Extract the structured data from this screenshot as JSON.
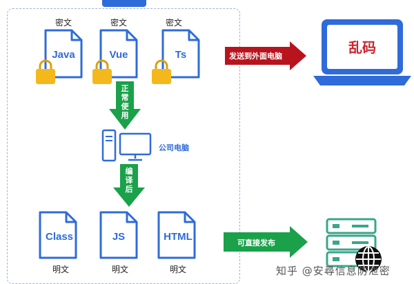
{
  "region": {
    "title": ""
  },
  "top_files": [
    {
      "caption": "密文",
      "name": "Java"
    },
    {
      "caption": "密文",
      "name": "Vue"
    },
    {
      "caption": "密文",
      "name": "Ts"
    }
  ],
  "bottom_files": [
    {
      "caption": "明文",
      "name": "Class"
    },
    {
      "caption": "明文",
      "name": "JS"
    },
    {
      "caption": "明文",
      "name": "HTML"
    }
  ],
  "arrows": {
    "normal_use": "正常使用",
    "compile": "编译后",
    "send_out": "发送到外面电脑",
    "publish": "可直接发布"
  },
  "company_pc_label": "公司电脑",
  "laptop_text": "乱码",
  "watermark": "知乎 @安尋信息防泄密",
  "colors": {
    "blue": "#2f6bd9",
    "green": "#1aa14a",
    "red": "#c8262f",
    "lock": "#f3b81c",
    "server": "#3aa68a"
  }
}
